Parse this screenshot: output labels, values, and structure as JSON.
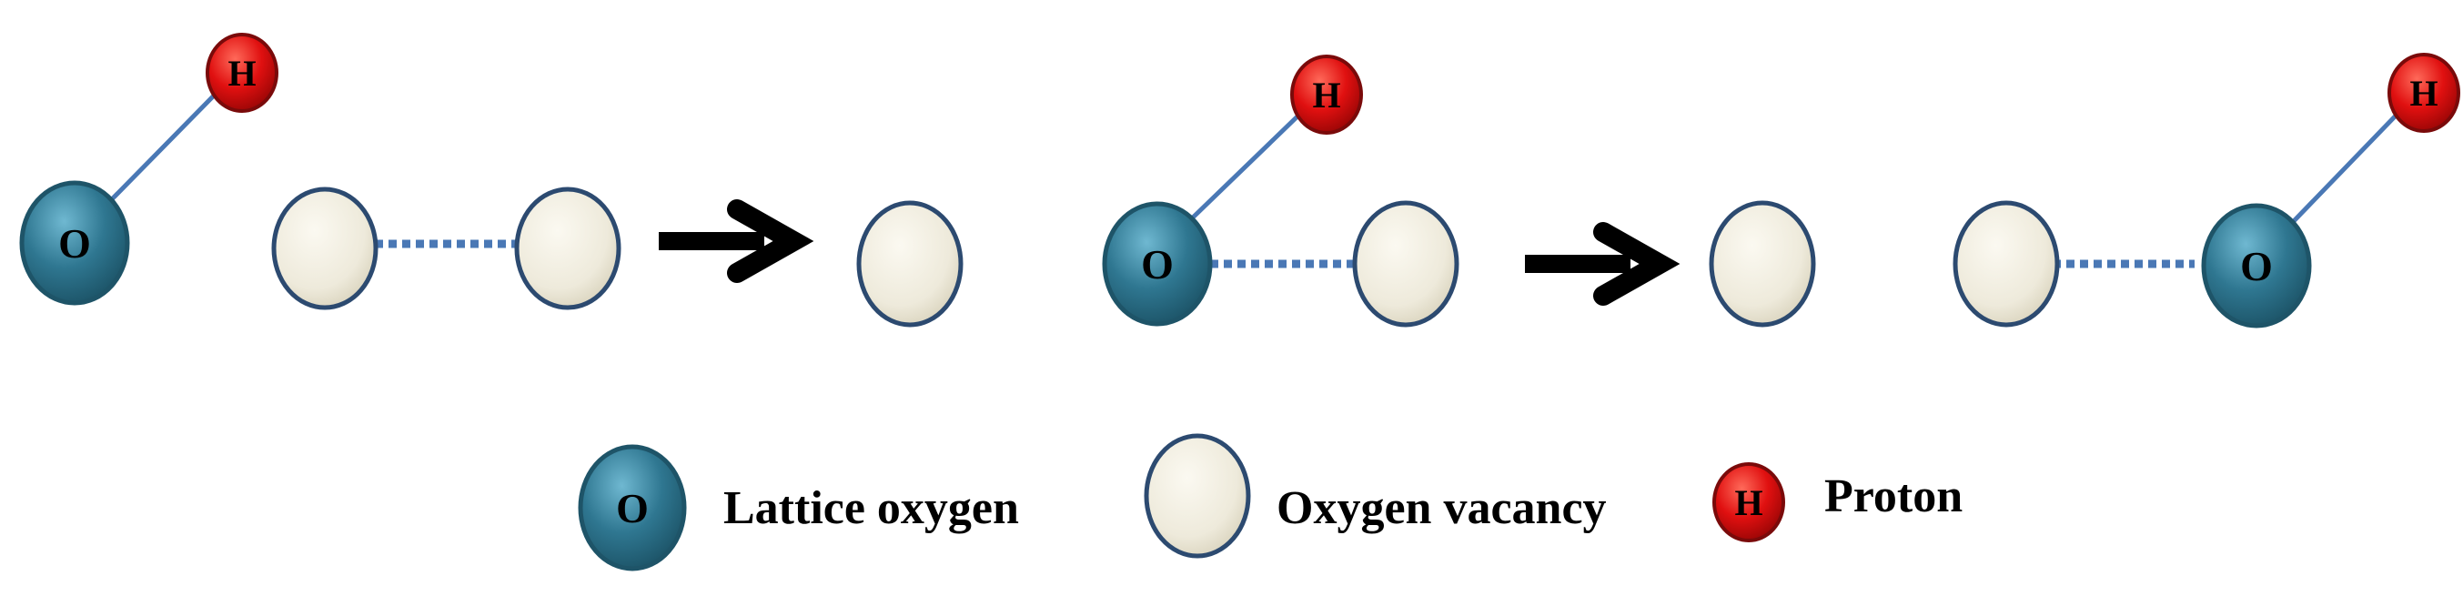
{
  "atoms": {
    "oxygen_symbol": "O",
    "proton_symbol": "H"
  },
  "legend": {
    "lattice_oxygen": "Lattice oxygen",
    "oxygen_vacancy": "Oxygen vacancy",
    "proton": "Proton"
  },
  "colors": {
    "oxygen_fill": "#2f7791",
    "oxygen_highlight": "#5ba6c0",
    "oxygen_stroke": "#1e5468",
    "vacancy_fill": "#eeeadb",
    "vacancy_stroke": "#2c4a70",
    "proton_fill": "#e01010",
    "proton_stroke": "#7a0a0a",
    "bond": "#4a78b5",
    "dotted_link": "#4a78b5",
    "arrow": "#000000"
  }
}
